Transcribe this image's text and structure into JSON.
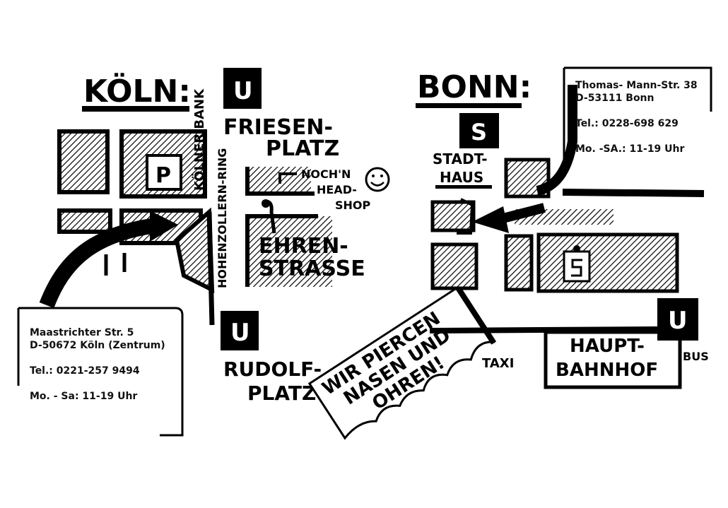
{
  "koeln": {
    "city": "KÖLN:",
    "bank": "KÖLNER BANK",
    "parking": "P",
    "ring": "HOHENZOLLERN-RING",
    "u_sign": "U",
    "friesen1": "FRIESEN-",
    "friesen2": "PLATZ",
    "nochn1": "NOCH'N",
    "nochn2": "HEAD-",
    "nochn3": "SHOP",
    "ehren1": "EHREN-",
    "ehren2": "STRASSE",
    "rudolf1": "RUDOLF-",
    "rudolf2": "PLATZ",
    "address": {
      "street": "Maastrichter Str. 5",
      "city": "D-50672 Köln (Zentrum)",
      "phone": "Tel.: 0221-257 9494",
      "hours": "Mo. - Sa: 11-19 Uhr"
    }
  },
  "banner": {
    "line1": "WIR PIERCEN",
    "line2": "NASEN UND",
    "line3": "OHREN!"
  },
  "bonn": {
    "city": "BONN:",
    "s_sign": "S",
    "stadt1": "STADT-",
    "stadt2": "HAUS",
    "u_sign": "U",
    "taxi": "TAXI",
    "bus": "BUS",
    "haupt1": "HAUPT-",
    "haupt2": "BAHNHOF",
    "address": {
      "street": "Thomas- Mann-Str. 38",
      "city": "D-53111 Bonn",
      "phone": "Tel.: 0228-698 629",
      "hours": "Mo. -SA.: 11-19 Uhr"
    }
  }
}
